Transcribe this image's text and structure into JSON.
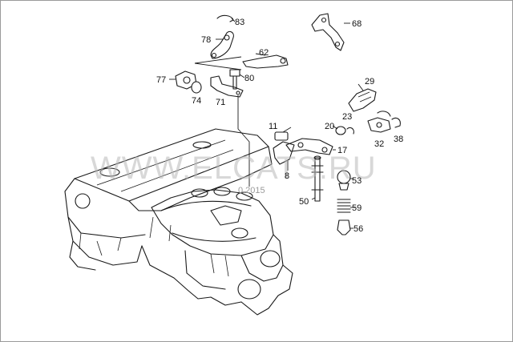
{
  "diagram": {
    "watermark": "WWW.ELCATS.RU",
    "ref_code": "0.2015",
    "callouts": [
      {
        "id": "c83",
        "label": "83"
      },
      {
        "id": "c68",
        "label": "68"
      },
      {
        "id": "c78",
        "label": "78"
      },
      {
        "id": "c62",
        "label": "62"
      },
      {
        "id": "c77",
        "label": "77"
      },
      {
        "id": "c80",
        "label": "80"
      },
      {
        "id": "c74",
        "label": "74"
      },
      {
        "id": "c71",
        "label": "71"
      },
      {
        "id": "c29",
        "label": "29"
      },
      {
        "id": "c23",
        "label": "23"
      },
      {
        "id": "c11",
        "label": "11"
      },
      {
        "id": "c20",
        "label": "20"
      },
      {
        "id": "c38",
        "label": "38"
      },
      {
        "id": "c32",
        "label": "32"
      },
      {
        "id": "c17",
        "label": "17"
      },
      {
        "id": "c8",
        "label": "8"
      },
      {
        "id": "c53",
        "label": "53"
      },
      {
        "id": "c50",
        "label": "50"
      },
      {
        "id": "c59",
        "label": "59"
      },
      {
        "id": "c56",
        "label": "56"
      }
    ]
  },
  "colors": {
    "line": "#1a1a1a",
    "watermark": "#b9b9b9",
    "border": "#9a9a9a"
  }
}
